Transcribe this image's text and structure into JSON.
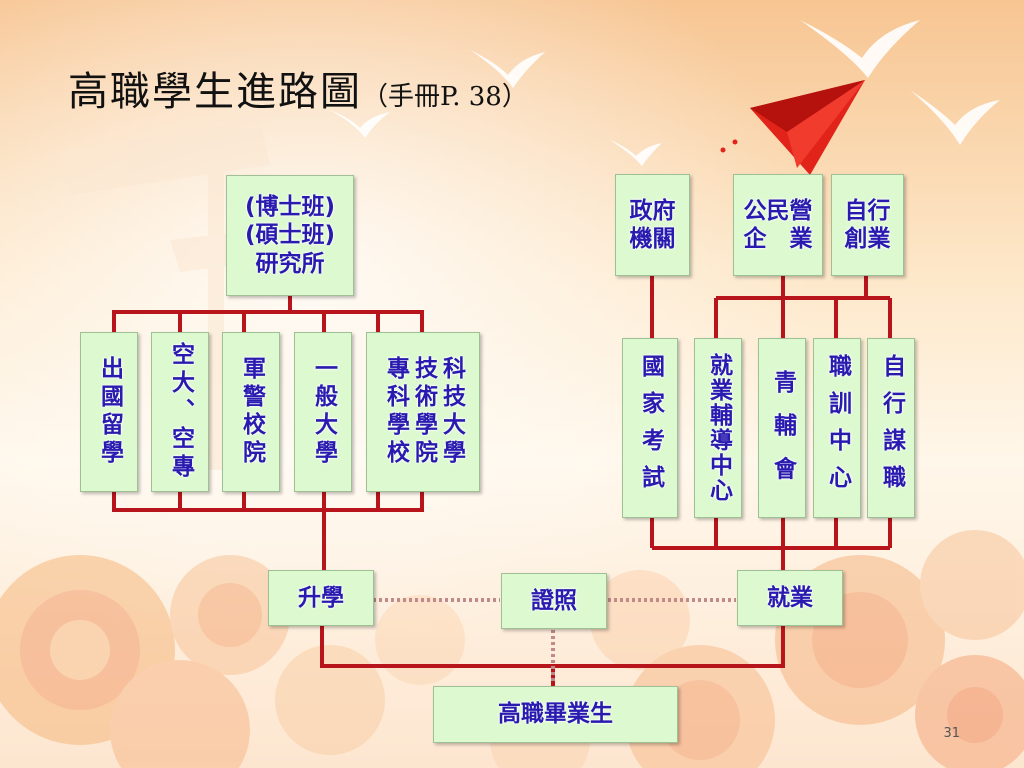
{
  "title": "高職學生進路圖",
  "subtitle": "（手冊P. 38）",
  "page_number": "31",
  "colors": {
    "line": "#b8141c",
    "box_fill": "#dcf9d0",
    "box_text": "#2a1bb0",
    "dotted_link": "#c9a0a0"
  },
  "graduate": "高職畢業生",
  "middle": {
    "further_study": "升學",
    "certificate": "證照",
    "employment": "就業"
  },
  "study_top": "(博士班)\n(碩士班)\n研究所",
  "study_paths": [
    "出國留學",
    "空大、空專",
    "軍警校院",
    "一般大學",
    "科技大學",
    "技術學院",
    "專科學校"
  ],
  "work_top": [
    "政府\n機關",
    "公民營\n企　業",
    "自行\n創業"
  ],
  "work_paths": [
    "國家考試",
    "就業輔導中心",
    "青 輔 會",
    "職訓中心",
    "自行謀職"
  ],
  "icons": [
    "paper-plane-icon",
    "seagull-icon",
    "signpost-icon"
  ]
}
